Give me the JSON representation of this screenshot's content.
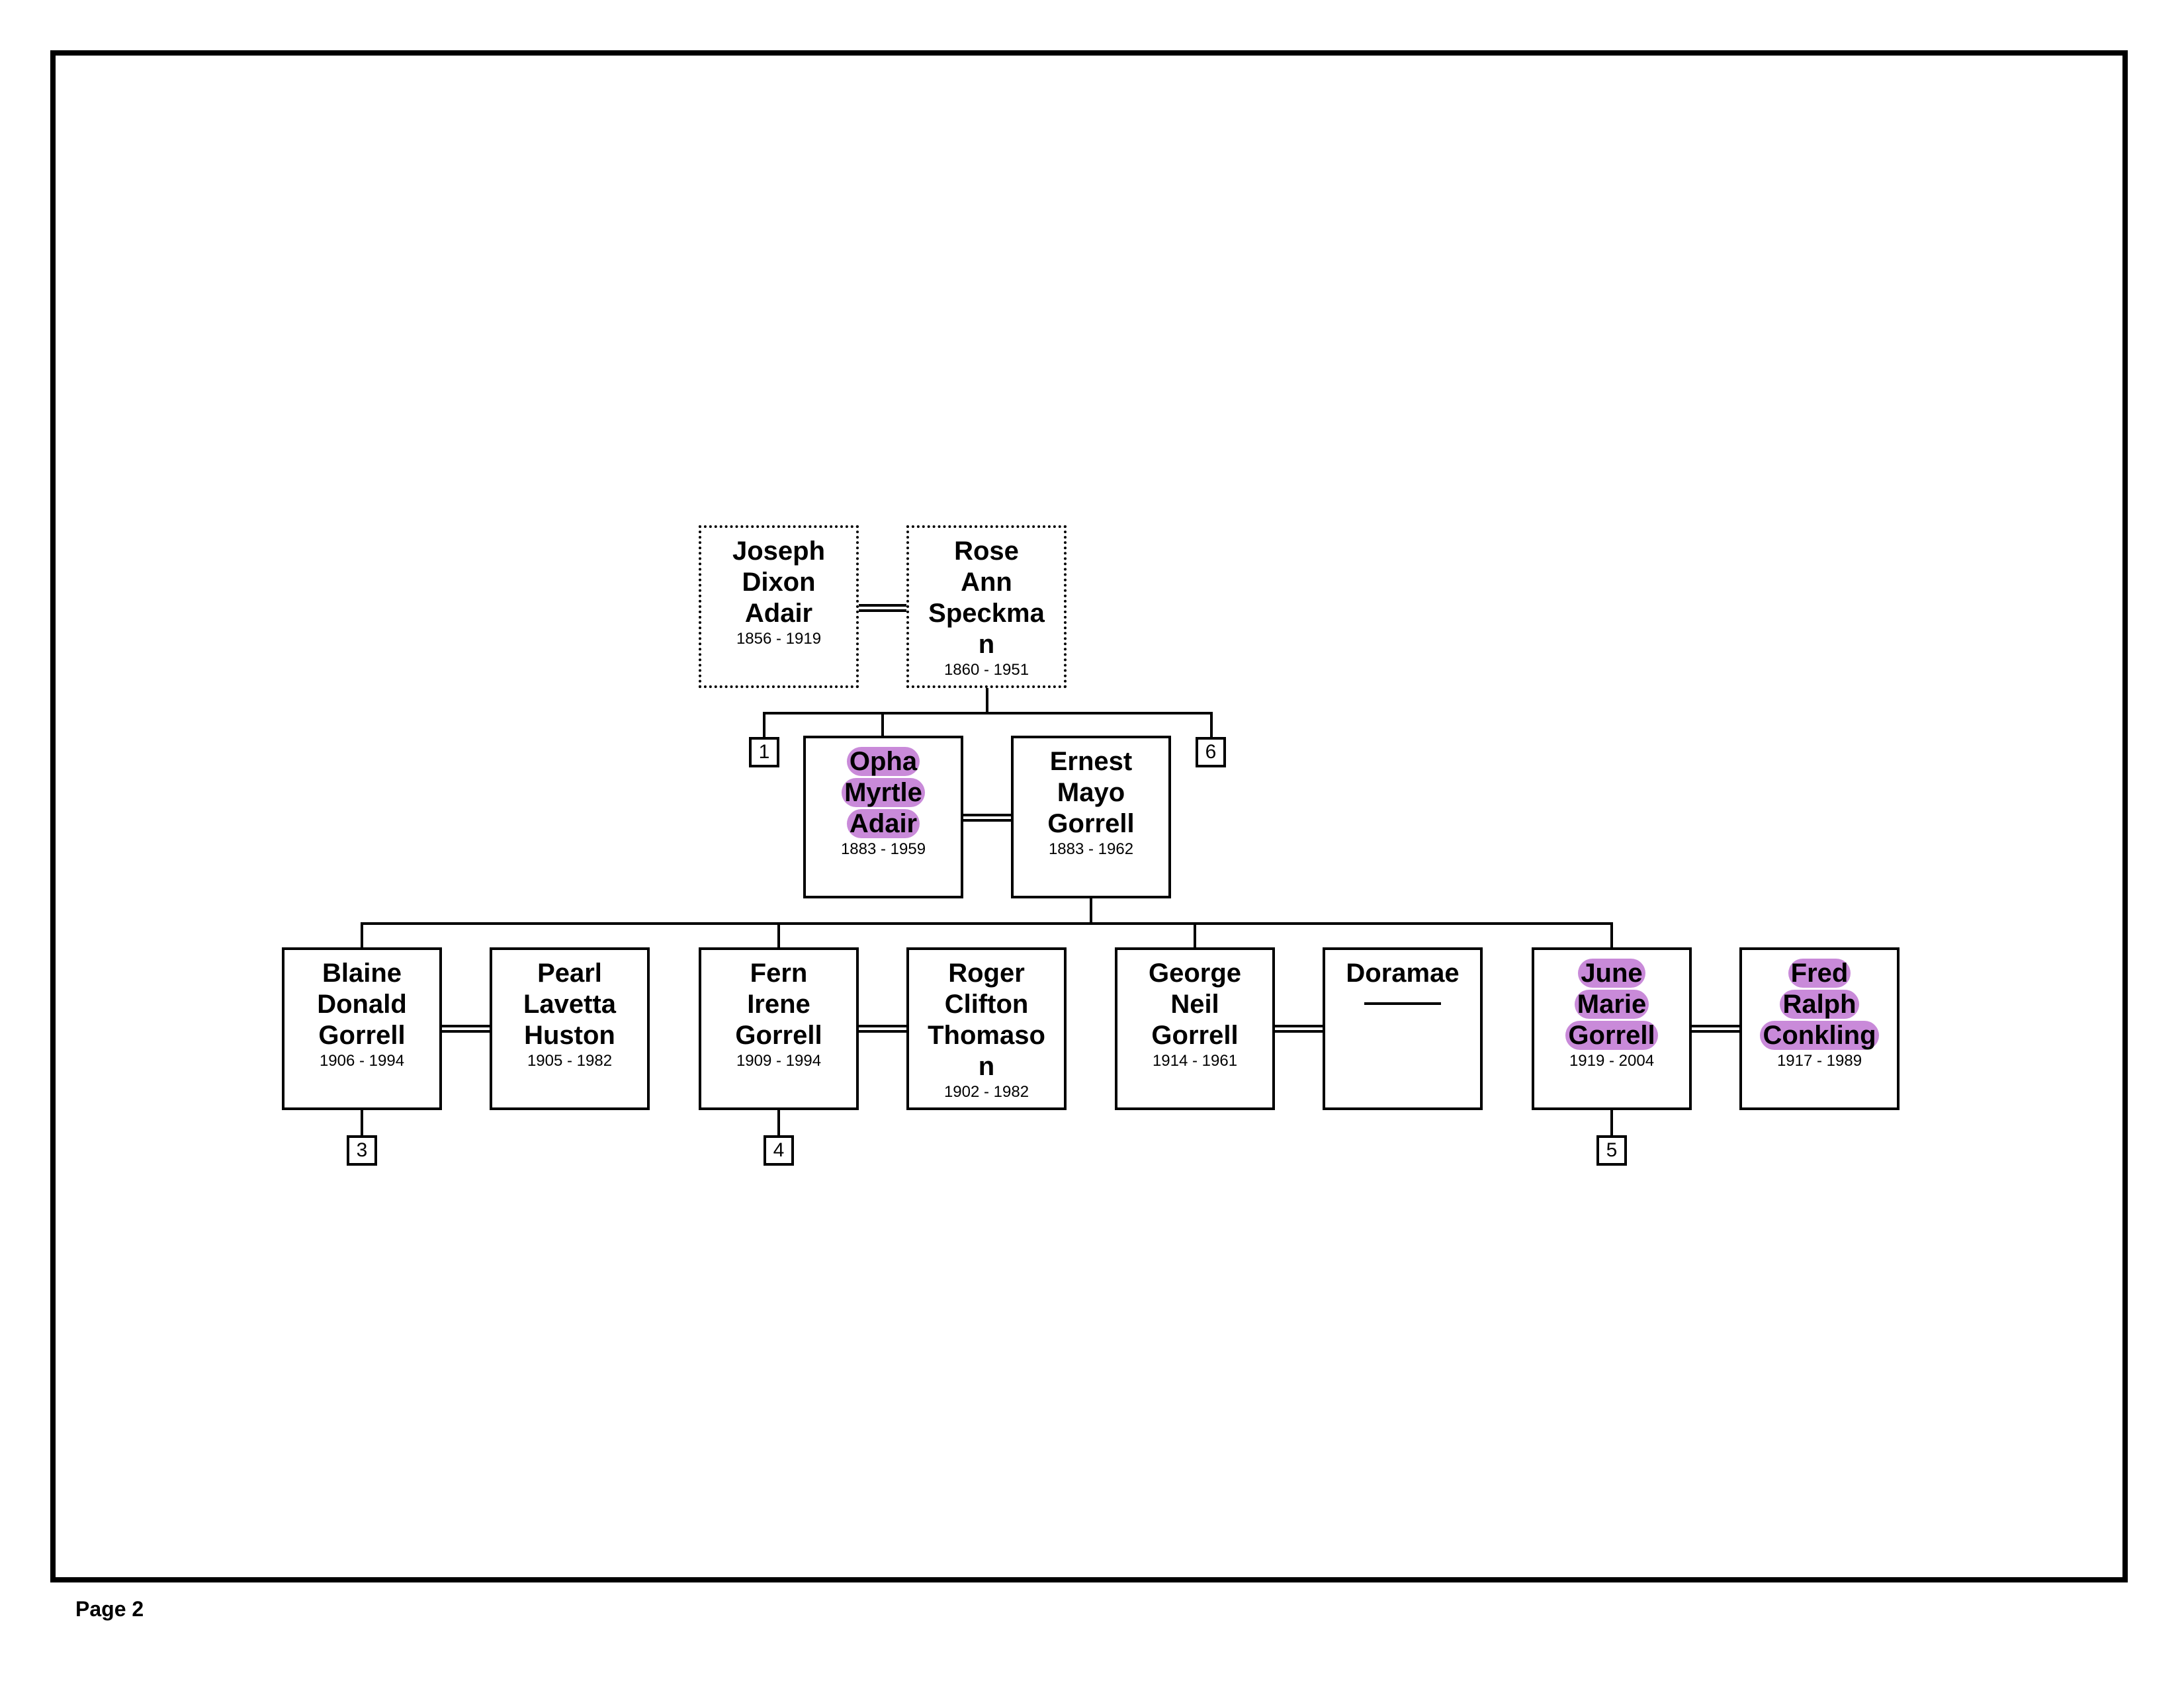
{
  "page_label": "Page 2",
  "people": {
    "joseph": {
      "name_lines": [
        "Joseph",
        "Dixon",
        "Adair"
      ],
      "dates": "1856 - 1919"
    },
    "rose": {
      "name_lines": [
        "Rose",
        "Ann",
        "Speckma",
        "n"
      ],
      "dates": "1860 - 1951"
    },
    "opha": {
      "name_lines": [
        "Opha",
        "Myrtle",
        "Adair"
      ],
      "dates": "1883 - 1959"
    },
    "ernest": {
      "name_lines": [
        "Ernest",
        "Mayo",
        "Gorrell"
      ],
      "dates": "1883 - 1962"
    },
    "blaine": {
      "name_lines": [
        "Blaine",
        "Donald",
        "Gorrell"
      ],
      "dates": "1906 - 1994"
    },
    "pearl": {
      "name_lines": [
        "Pearl",
        "Lavetta",
        "Huston"
      ],
      "dates": "1905 - 1982"
    },
    "fern": {
      "name_lines": [
        "Fern",
        "Irene",
        "Gorrell"
      ],
      "dates": "1909 - 1994"
    },
    "roger": {
      "name_lines": [
        "Roger",
        "Clifton",
        "Thomaso",
        "n"
      ],
      "dates": "1902 - 1982"
    },
    "george": {
      "name_lines": [
        "George",
        "Neil",
        "Gorrell"
      ],
      "dates": "1914 - 1961"
    },
    "doramae": {
      "name_lines": [
        "Doramae"
      ],
      "dates": ""
    },
    "june": {
      "name_lines": [
        "June",
        "Marie",
        "Gorrell"
      ],
      "dates": "1919 - 2004"
    },
    "fred": {
      "name_lines": [
        "Fred",
        "Ralph",
        "Conkling"
      ],
      "dates": "1917 - 1989"
    }
  },
  "references": {
    "r1": "1",
    "r6": "6",
    "r3": "3",
    "r4": "4",
    "r5": "5"
  },
  "highlight_color": "#c98ad9"
}
